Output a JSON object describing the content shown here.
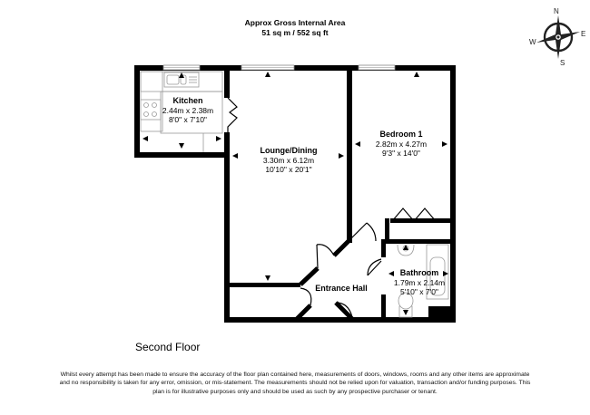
{
  "header": {
    "title": "Approx Gross Internal Area",
    "area": "51 sq m / 552 sq ft"
  },
  "compass": {
    "north": "N",
    "east": "E",
    "south": "S",
    "west": "W"
  },
  "rooms": [
    {
      "name": "Kitchen",
      "metric": "2.44m x 2.38m",
      "imperial": "8'0\" x 7'10\""
    },
    {
      "name": "Lounge/Dining",
      "metric": "3.30m x 6.12m",
      "imperial": "10'10\" x 20'1\""
    },
    {
      "name": "Bedroom 1",
      "metric": "2.82m x 4.27m",
      "imperial": "9'3\" x 14'0\""
    },
    {
      "name": "Bathroom",
      "metric": "1.79m x 2.14m",
      "imperial": "5'10\" x 7'0\""
    },
    {
      "name": "Entrance Hall"
    }
  ],
  "floor_label": "Second Floor",
  "disclaimer": "Whilst every attempt has been made to ensure the accuracy of the floor plan contained here, measurements of doors, windows, rooms and any other items are approximate and no responsibility is taken for any error, omission, or mis-statement. The measurements should not be relied upon for valuation, transaction and/or funding purposes. This plan is for illustrative purposes only and should be used as such by any prospective purchaser or tenant.",
  "colors": {
    "wall": "#000000",
    "window": "#bbbbbb",
    "fixture": "#999999"
  }
}
